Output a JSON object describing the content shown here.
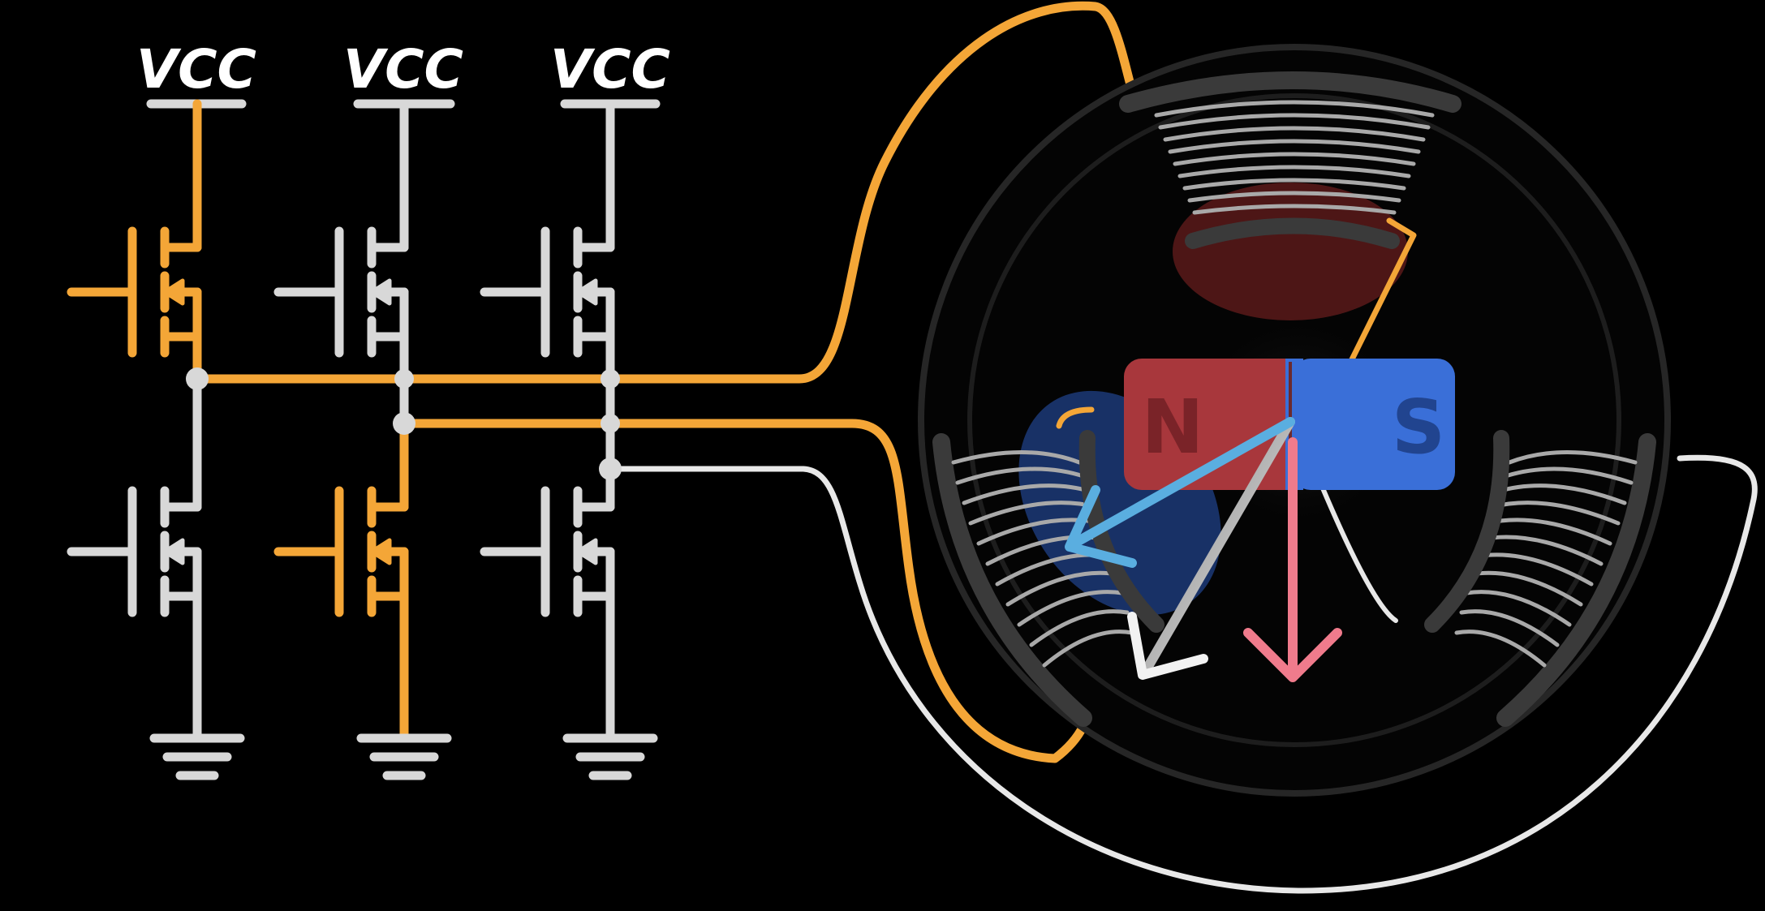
{
  "supply_label": "VCC",
  "magnet": {
    "north_label": "N",
    "south_label": "S"
  },
  "colors": {
    "background": "#000000",
    "active_wire": "#f4a637",
    "idle_wire": "#d8d8d8",
    "magnet_north": "#a8373c",
    "magnet_south": "#3a6fd8",
    "field_arrow_blue": "#5aaee0",
    "field_arrow_white": "#e6e6e6",
    "field_arrow_pink": "#f07b8c",
    "coil_shoe": "#3a3a3a",
    "coil_winding": "#a9a9a9"
  },
  "icons": [
    "mosfet-symbol",
    "ground-symbol",
    "electromagnet-coil",
    "bar-magnet",
    "field-arrow"
  ]
}
